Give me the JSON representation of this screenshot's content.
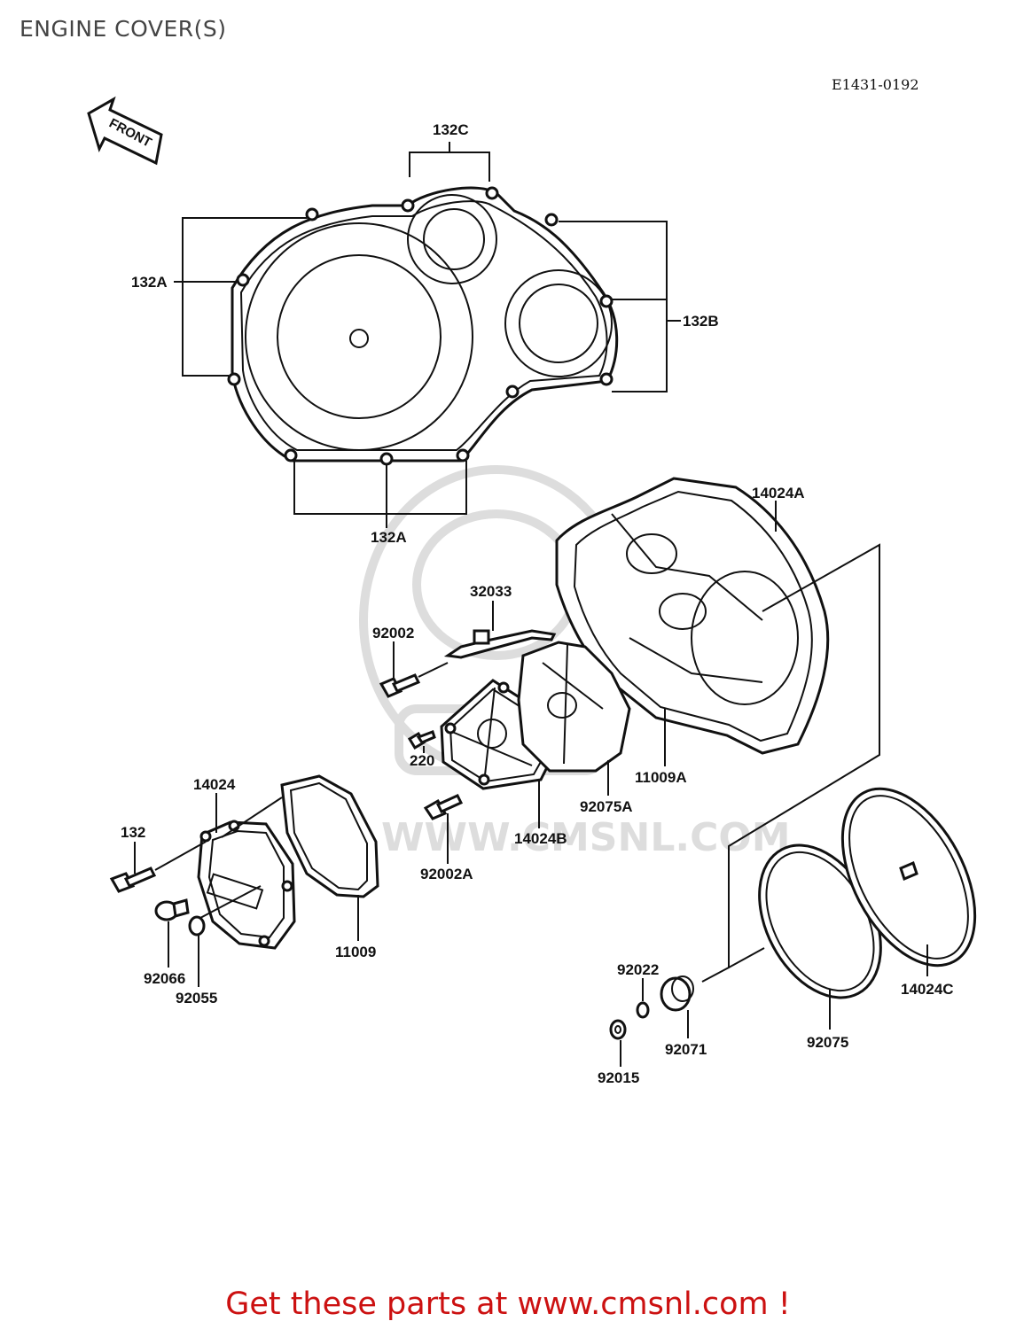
{
  "title": "ENGINE COVER(S)",
  "diagram_code": "E1431-0192",
  "front_arrow_label": "FRONT",
  "watermark_text": "WWW.CMSNL.COM",
  "footer": "Get these parts at www.cmsnl.com !",
  "labels": {
    "l132C": "132C",
    "l132A_left": "132A",
    "l132B": "132B",
    "l132A_bottom": "132A",
    "l14024A": "14024A",
    "l32033": "32033",
    "l92002": "92002",
    "l220": "220",
    "l11009A": "11009A",
    "l92075A": "92075A",
    "l14024B": "14024B",
    "l92002A": "92002A",
    "l14024": "14024",
    "l132": "132",
    "l11009": "11009",
    "l92066": "92066",
    "l92055": "92055",
    "l92022": "92022",
    "l92071": "92071",
    "l92015": "92015",
    "l92075": "92075",
    "l14024C": "14024C"
  },
  "colors": {
    "footer": "#cc1111",
    "title": "#444444",
    "watermark": "#dddddd"
  }
}
